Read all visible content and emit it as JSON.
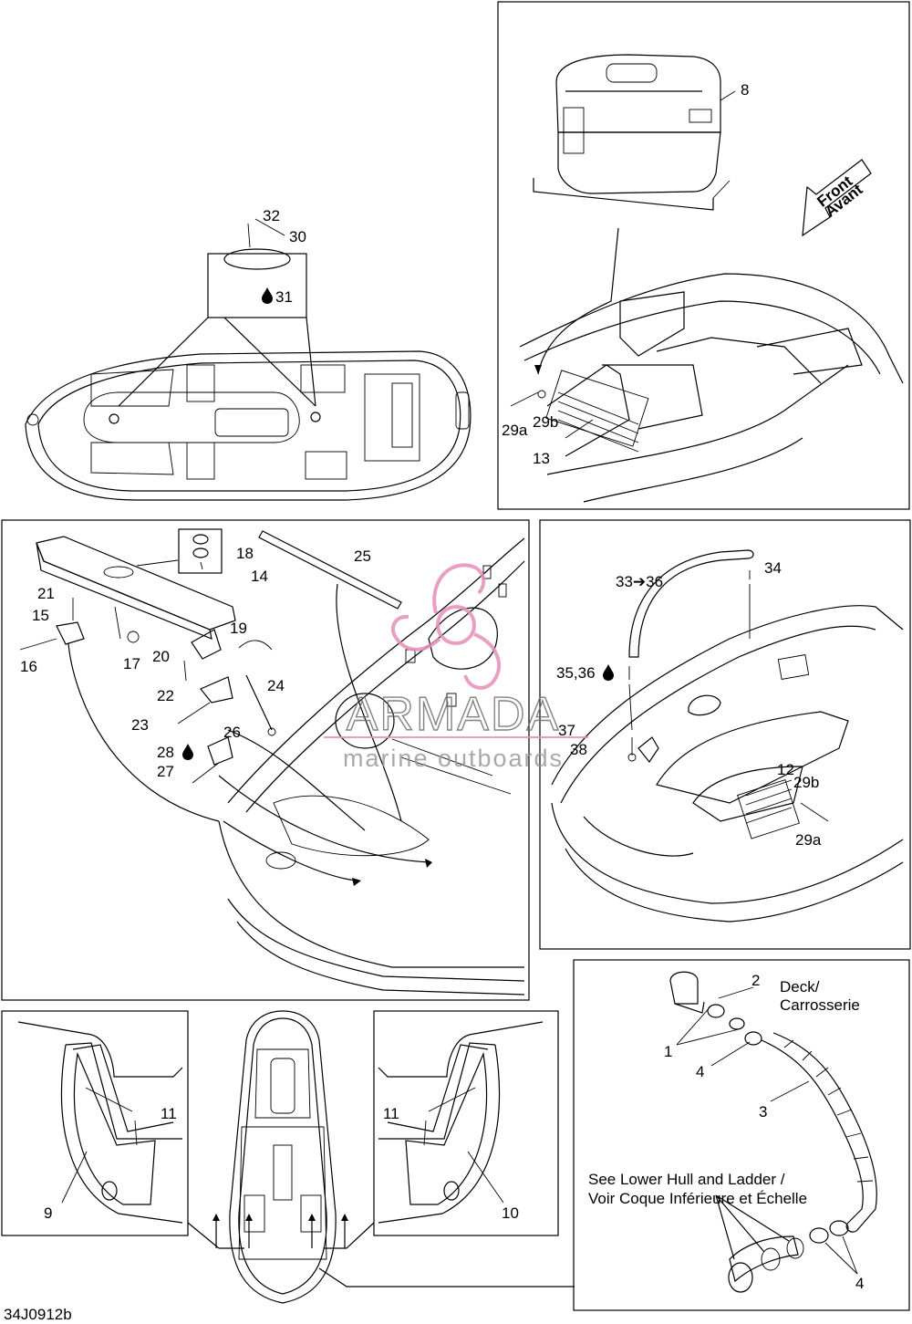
{
  "drawing_code": "34J0912b",
  "direction_arrow": {
    "line1": "Front",
    "line2": "Avant"
  },
  "watermark": {
    "brand": "ARMADA",
    "tagline": "marine outboards",
    "color": "#e58fb9"
  },
  "notes": {
    "deck_line1": "Deck/",
    "deck_line2": "Carrosserie",
    "see_line1": "See Lower Hull and Ladder /",
    "see_line2": "Voir Coque Inférieure et Échelle"
  },
  "callouts": {
    "top_left": [
      "32",
      "30",
      "31"
    ],
    "top_right": [
      "8",
      "29a",
      "29b",
      "13"
    ],
    "middle_left": [
      "18",
      "14",
      "21",
      "15",
      "16",
      "17",
      "19",
      "20",
      "22",
      "23",
      "24",
      "25",
      "26",
      "28",
      "27"
    ],
    "middle_right": [
      "33➔36",
      "34",
      "35,36",
      "37",
      "38",
      "12",
      "29b",
      "29a"
    ],
    "bottom_right": [
      "2",
      "1",
      "4",
      "3",
      "4"
    ],
    "bottom_left": [
      "11",
      "9"
    ],
    "bottom_mid": [
      "11",
      "10"
    ]
  },
  "icons": {
    "lubricant": "oil-drop-icon"
  }
}
